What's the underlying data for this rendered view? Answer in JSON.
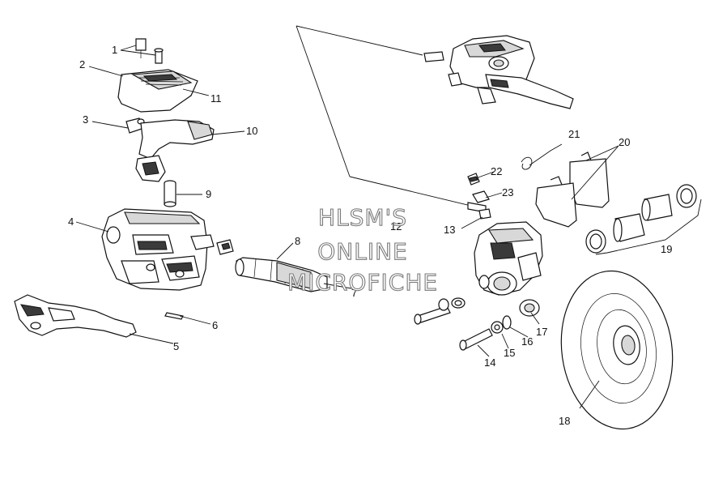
{
  "watermark": {
    "line1": "HLSM'S",
    "line2": "ONLINE",
    "line3": "MICROFICHE"
  },
  "callouts": {
    "p1": "1",
    "p2": "2",
    "p3": "3",
    "p4": "4",
    "p5": "5",
    "p6": "6",
    "p7": "7",
    "p8": "8",
    "p9": "9",
    "p10": "10",
    "p11": "11",
    "p12": "12",
    "p13": "13",
    "p14": "14",
    "p15": "15",
    "p16": "16",
    "p17": "17",
    "p18": "18",
    "p19": "19",
    "p20": "20",
    "p21": "21",
    "p22": "22",
    "p23": "23"
  }
}
